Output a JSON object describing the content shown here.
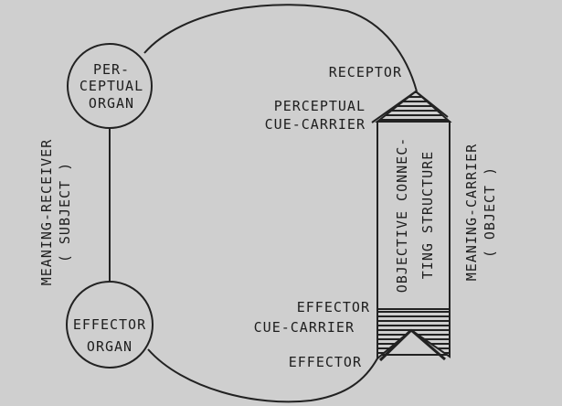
{
  "perceptual_organ": [
    "PER-",
    "CEPTUAL",
    "ORGAN"
  ],
  "effector_organ": [
    "EFFECTOR",
    "ORGAN"
  ],
  "subject_label": [
    "MEANING-RECEIVER",
    "( SUBJECT )"
  ],
  "object_label": [
    "MEANING-CARRIER",
    "( OBJECT )"
  ],
  "receptor": "RECEPTOR",
  "perceptual_cue_carrier": [
    "PERCEPTUAL",
    "CUE-CARRIER"
  ],
  "effector_cue_carrier": [
    "EFFECTOR",
    "CUE-CARRIER"
  ],
  "effector": "EFFECTOR",
  "connecting_structure": [
    "OBJECTIVE CONNEC-",
    "TING STRUCTURE"
  ]
}
